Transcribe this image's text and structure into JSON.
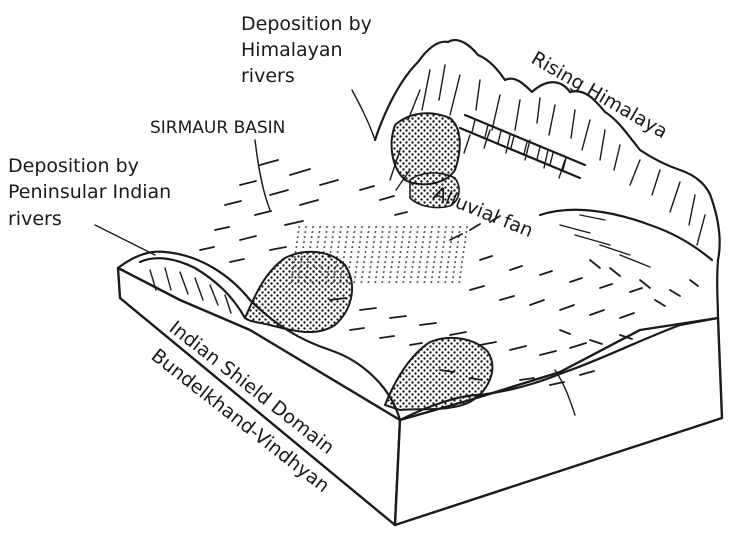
{
  "labels": {
    "himalayan_deposition": [
      "Deposition by",
      "Himalayan",
      "rivers"
    ],
    "sirmaur_basin": "SIRMAUR BASIN",
    "peninsular_deposition": [
      "Deposition by",
      "Peninsular Indian",
      "rivers"
    ],
    "rising_himalaya": "Rising Himalaya",
    "alluvial_fan": "Alluvial fan",
    "shield_line1": "Indian Shield Domain",
    "shield_line2": "Bundelkhand-Vindhyan"
  }
}
